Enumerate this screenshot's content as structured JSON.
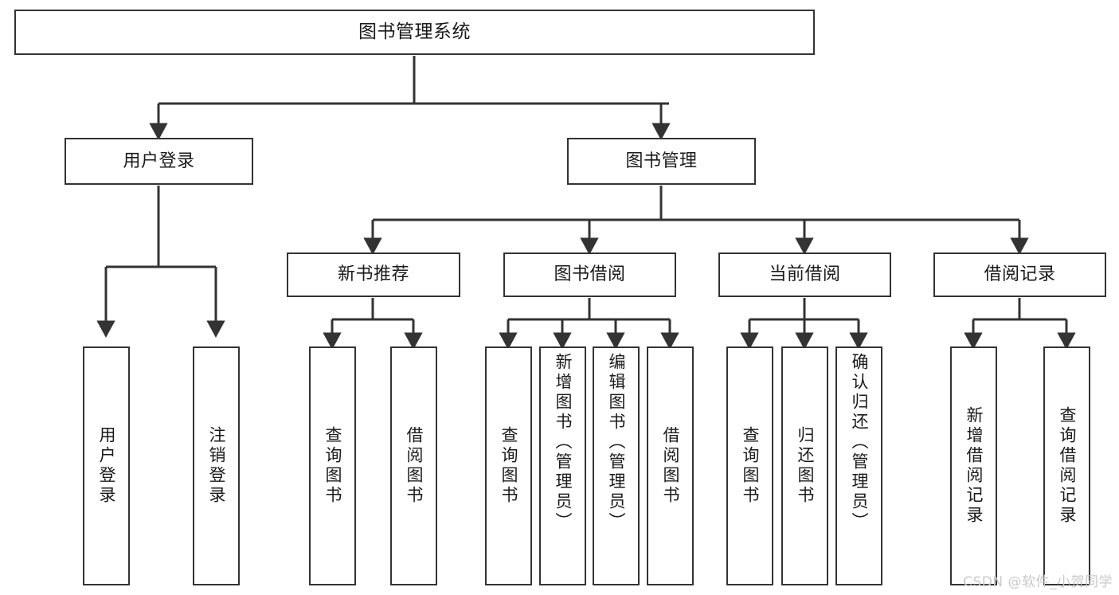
{
  "diagram": {
    "title": "图书管理系统",
    "watermark": "CSDN @软件_小贺同学",
    "stroke_color": "#333333",
    "background_color": "#ffffff",
    "text_color": "#1a1a1a",
    "watermark_color": "#c9c9c9"
  },
  "nodes": {
    "root": {
      "label": "图书管理系统"
    },
    "level2": [
      {
        "label": "用户登录"
      },
      {
        "label": "图书管理"
      }
    ],
    "level3": [
      {
        "label": "新书推荐"
      },
      {
        "label": "图书借阅"
      },
      {
        "label": "当前借阅"
      },
      {
        "label": "借阅记录"
      }
    ],
    "leaves": {
      "user_login": [
        {
          "label": "用户登录"
        },
        {
          "label": "注销登录"
        }
      ],
      "new_book_recommend": [
        {
          "label": "查询图书"
        },
        {
          "label": "借阅图书"
        }
      ],
      "book_borrow": [
        {
          "label": "查询图书"
        },
        {
          "label": "新增图书（管理员）"
        },
        {
          "label": "编辑图书（管理员）"
        },
        {
          "label": "借阅图书"
        }
      ],
      "current_borrow": [
        {
          "label": "查询图书"
        },
        {
          "label": "归还图书"
        },
        {
          "label": "确认归还（管理员）"
        }
      ],
      "borrow_record": [
        {
          "label": "新增借阅记录"
        },
        {
          "label": "查询借阅记录"
        }
      ]
    }
  }
}
